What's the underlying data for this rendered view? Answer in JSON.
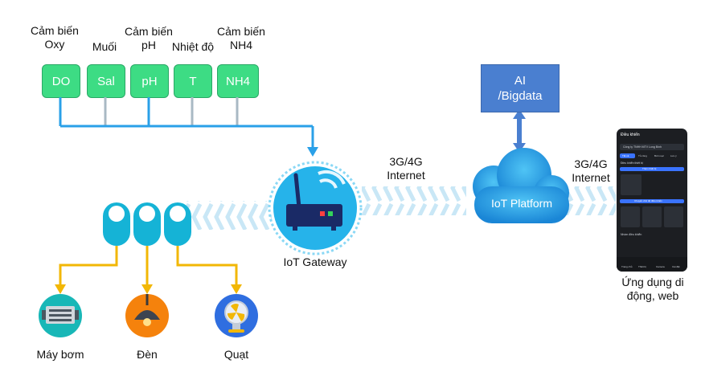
{
  "sensors": [
    {
      "caption": "Cảm biến\nOxy",
      "code": "DO"
    },
    {
      "caption": "Muối",
      "code": "Sal"
    },
    {
      "caption": "Cảm biến\npH",
      "code": "pH"
    },
    {
      "caption": "Nhiệt độ",
      "code": "T"
    },
    {
      "caption": "Cảm biến\nNH4",
      "code": "NH4"
    }
  ],
  "gateway": {
    "label": "IoT Gateway"
  },
  "link_gateway_platform": "3G/4G\nInternet",
  "platform": {
    "label": "IoT Platform"
  },
  "ai": {
    "label": "AI\n/Bigdata"
  },
  "link_platform_app": "3G/4G\nInternet",
  "app": {
    "label": "Ứng dụng di\nđộng, web",
    "screen": {
      "header": "Điều khiển",
      "device_select": "Công ty TNHH MTV Long Bình",
      "tabs": [
        "Tất cả",
        "Tủ công",
        "Bơm sục",
        "Lưu ý"
      ],
      "section": "Điều khiển thiết bị",
      "add_button": "Thêm thiết bị",
      "mode_button": "Chuyển chế độ điều khiển",
      "footer_section": "Nhóm điều khiển",
      "nav": [
        "Trang chủ",
        "Thiết bị",
        "Camera",
        "Cài đặt"
      ]
    }
  },
  "actuators": [
    {
      "label": "Máy bơm",
      "icon": "pump-icon",
      "color": "#18b7b7"
    },
    {
      "label": "Đèn",
      "icon": "lamp-icon",
      "color": "#f5820c"
    },
    {
      "label": "Quạt",
      "icon": "fan-icon",
      "color": "#2f6ee0"
    }
  ],
  "colors": {
    "sensor": "#3ddc84",
    "line_blue": "#2aa0e8",
    "line_gray": "#a9b9c4",
    "line_yellow": "#f2b705",
    "ai_box": "#4a7fd0",
    "relay": "#15b3d6"
  }
}
